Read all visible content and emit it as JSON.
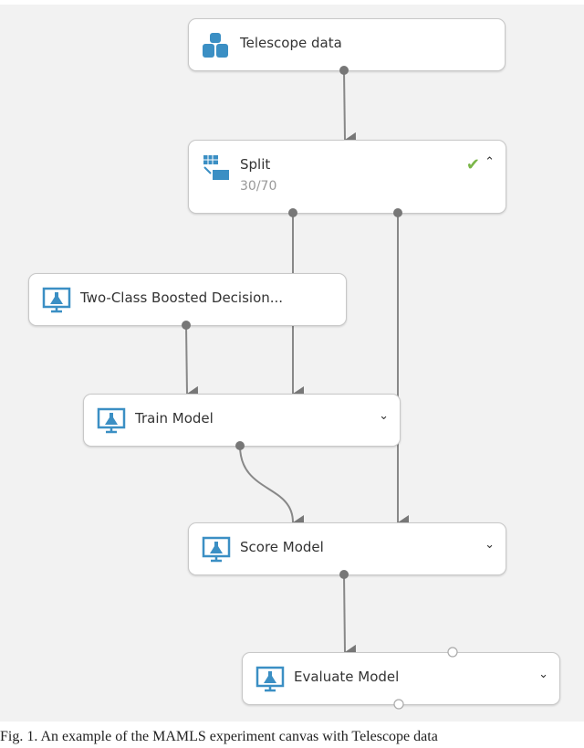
{
  "nodes": {
    "telescope": {
      "label": "Telescope data",
      "icon": "dataset-icon"
    },
    "split": {
      "label": "Split",
      "sub": "30/70",
      "status": "check-icon",
      "toggle": "chevron-up-icon"
    },
    "boosted": {
      "label": "Two-Class Boosted Decision...",
      "icon": "model-icon"
    },
    "train": {
      "label": "Train Model",
      "toggle": "chevron-down-icon"
    },
    "score": {
      "label": "Score Model",
      "toggle": "chevron-down-icon"
    },
    "evaluate": {
      "label": "Evaluate Model",
      "toggle": "chevron-down-icon"
    }
  },
  "colors": {
    "icon": "#3b8fc4",
    "check": "#7ab648",
    "canvas": "#f2f2f2",
    "port": "#777777"
  },
  "caption": "Fig. 1. An example of the MAMLS experiment canvas with Telescope data"
}
